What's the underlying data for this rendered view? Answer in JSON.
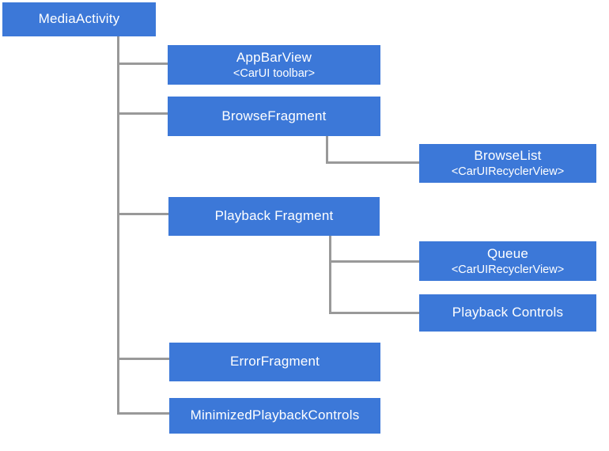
{
  "diagram": {
    "description": "Component hierarchy diagram of a car media app UI",
    "colors": {
      "node_fill": "#3c78d8",
      "node_text": "#ffffff",
      "connector": "#999999",
      "background": "#ffffff"
    },
    "nodes": {
      "media_activity": {
        "label": "MediaActivity"
      },
      "app_bar_view": {
        "label": "AppBarView",
        "sublabel": "<CarUI toolbar>"
      },
      "browse_fragment": {
        "label": "BrowseFragment"
      },
      "browse_list": {
        "label": "BrowseList",
        "sublabel": "<CarUIRecyclerView>"
      },
      "playback_fragment": {
        "label": "Playback Fragment"
      },
      "queue": {
        "label": "Queue",
        "sublabel": "<CarUIRecyclerView>"
      },
      "playback_controls": {
        "label": "Playback Controls"
      },
      "error_fragment": {
        "label": "ErrorFragment"
      },
      "minimized_playback_controls": {
        "label": "MinimizedPlaybackControls"
      }
    },
    "hierarchy": [
      {
        "parent": "MediaActivity",
        "children": [
          "AppBarView",
          "BrowseFragment",
          "Playback Fragment",
          "ErrorFragment",
          "MinimizedPlaybackControls"
        ]
      },
      {
        "parent": "BrowseFragment",
        "children": [
          "BrowseList"
        ]
      },
      {
        "parent": "Playback Fragment",
        "children": [
          "Queue",
          "Playback Controls"
        ]
      }
    ]
  }
}
